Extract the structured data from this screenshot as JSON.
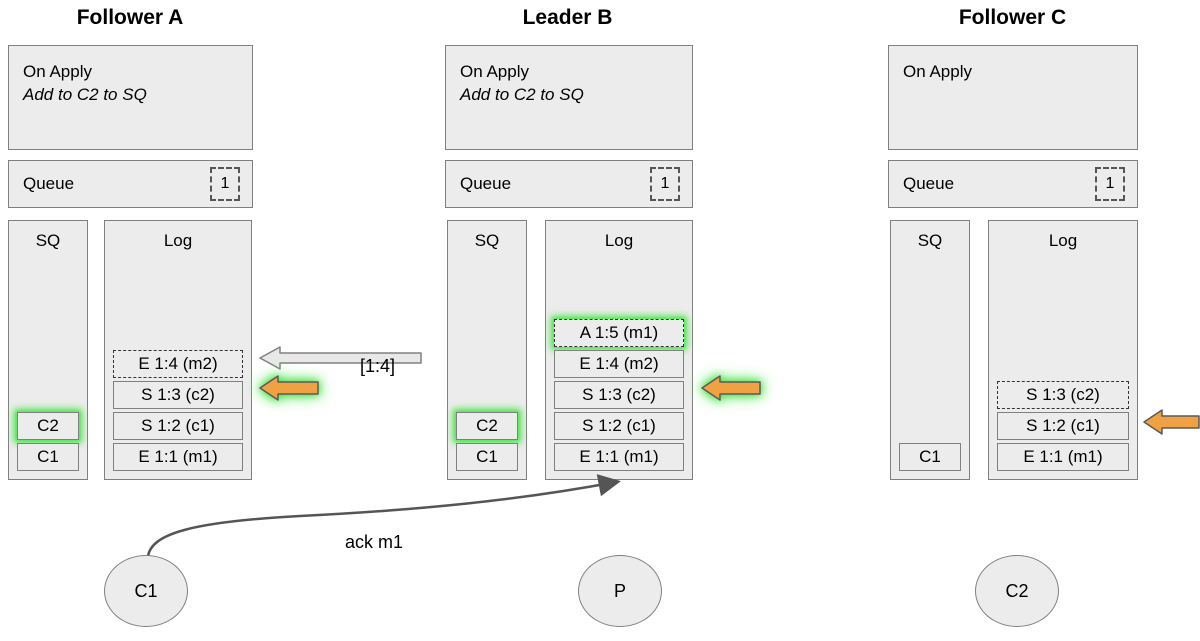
{
  "diagram": {
    "title_labels": [
      "Follower A",
      "Leader B",
      "Follower C"
    ],
    "queue_label": "Queue",
    "sq_label": "SQ",
    "log_label": "Log",
    "on_apply_label": "On Apply",
    "colors": {
      "panel_fill": "#ececec",
      "panel_border": "#808080",
      "highlight_green": "#4ee44e",
      "arrow_orange": "#f0a martial",
      "orange": "#f0a144",
      "gray_arrow_fill": "#e8e8e8",
      "text": "#000000"
    }
  },
  "nodes": [
    {
      "id": "follower-a",
      "title": "Follower A",
      "on_apply": {
        "header": "On Apply",
        "action": "Add to C2 to SQ"
      },
      "queue": {
        "label": "Queue",
        "count": "1"
      },
      "sq": {
        "label": "SQ",
        "items": [
          {
            "text": "C1",
            "style": "solid",
            "highlight": false
          },
          {
            "text": "C2",
            "style": "solid",
            "highlight": true
          }
        ]
      },
      "log": {
        "label": "Log",
        "items": [
          {
            "text": "E 1:1 (m1)",
            "style": "solid",
            "highlight": false
          },
          {
            "text": "S 1:2 (c1)",
            "style": "solid",
            "highlight": false
          },
          {
            "text": "S 1:3 (c2)",
            "style": "solid",
            "highlight": false
          },
          {
            "text": "E 1:4 (m2)",
            "style": "dashed",
            "highlight": false
          }
        ]
      }
    },
    {
      "id": "leader-b",
      "title": "Leader B",
      "on_apply": {
        "header": "On Apply",
        "action": "Add to C2 to SQ"
      },
      "queue": {
        "label": "Queue",
        "count": "1"
      },
      "sq": {
        "label": "SQ",
        "items": [
          {
            "text": "C1",
            "style": "solid",
            "highlight": false
          },
          {
            "text": "C2",
            "style": "solid",
            "highlight": true
          }
        ]
      },
      "log": {
        "label": "Log",
        "items": [
          {
            "text": "E 1:1 (m1)",
            "style": "solid",
            "highlight": false
          },
          {
            "text": "S 1:2 (c1)",
            "style": "solid",
            "highlight": false
          },
          {
            "text": "S 1:3 (c2)",
            "style": "solid",
            "highlight": false
          },
          {
            "text": "E 1:4 (m2)",
            "style": "solid",
            "highlight": false
          },
          {
            "text": "A 1:5 (m1)",
            "style": "dashed",
            "highlight": true
          }
        ]
      }
    },
    {
      "id": "follower-c",
      "title": "Follower C",
      "on_apply": {
        "header": "On Apply",
        "action": ""
      },
      "queue": {
        "label": "Queue",
        "count": "1"
      },
      "sq": {
        "label": "SQ",
        "items": [
          {
            "text": "C1",
            "style": "solid",
            "highlight": false
          }
        ]
      },
      "log": {
        "label": "Log",
        "items": [
          {
            "text": "E 1:1 (m1)",
            "style": "solid",
            "highlight": false
          },
          {
            "text": "S 1:2 (c1)",
            "style": "solid",
            "highlight": false
          },
          {
            "text": "S 1:3 (c2)",
            "style": "dashed",
            "highlight": false
          }
        ]
      }
    }
  ],
  "arrows": {
    "replication_range_label": "[1:4]",
    "ack_label": "ack m1"
  },
  "clients": [
    {
      "id": "c1",
      "label": "C1"
    },
    {
      "id": "p",
      "label": "P"
    },
    {
      "id": "c2",
      "label": "C2"
    }
  ]
}
